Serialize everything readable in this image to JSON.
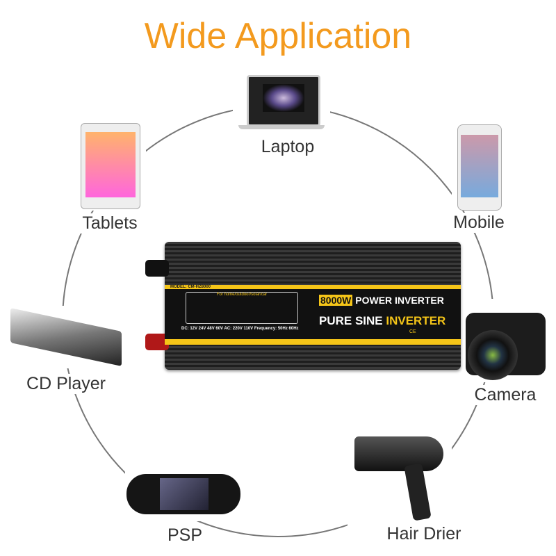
{
  "title": "Wide Application",
  "colors": {
    "title": "#f39a1e",
    "ring": "#777777",
    "band": "#f5c518"
  },
  "devices": [
    {
      "label": "Laptop",
      "icon": "laptop-icon"
    },
    {
      "label": "Tablets",
      "icon": "tablet-icon"
    },
    {
      "label": "Mobile",
      "icon": "mobile-icon"
    },
    {
      "label": "CD Player",
      "icon": "cd-player-icon"
    },
    {
      "label": "Camera",
      "icon": "camera-icon"
    },
    {
      "label": "PSP",
      "icon": "psp-icon"
    },
    {
      "label": "Hair Drier",
      "icon": "hair-drier-icon"
    }
  ],
  "inverter": {
    "model": "MODEL: CM-HZ8000",
    "usage": "For home/outdoor/solar/car",
    "specs": "DC: 12V 24V 48V 60V AC: 220V 110V Frequency: 50Hz 60Hz",
    "power": "8000W",
    "line1": "POWER INVERTER",
    "line2a": "PURE SINE",
    "line2b": "INVERTER",
    "cert": "CE"
  }
}
